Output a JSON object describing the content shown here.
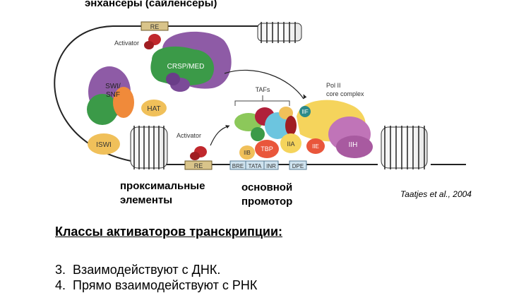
{
  "top_label": "энхансеры (сайленсеры)",
  "diagram": {
    "re_top": "RE",
    "activator_top": "Activator",
    "crsp_med": "CRSP/MED",
    "swi_snf_line1": "SWI/",
    "swi_snf_line2": "SNF",
    "hat": "HAT",
    "iswi": "ISWI",
    "activator_bottom": "Activator",
    "re_bottom": "RE",
    "tafs": "TAFs",
    "pol2_line1": "Pol II",
    "pol2_line2": "core complex",
    "tfiif": "IIF",
    "tbp": "TBP",
    "tfiib": "IIB",
    "tfiia": "IIA",
    "tfiie": "IIE",
    "tfiih": "IIH",
    "promoter_elements": [
      "BRE",
      "TATA",
      "INR",
      "DPE"
    ]
  },
  "proximal_line1": "проксимальные",
  "proximal_line2": "элементы",
  "core_line1": "основной",
  "core_line2": "промотор",
  "credit": "Taatjes et al., 2004",
  "heading": "Классы активаторов транскрипции:",
  "list": [
    {
      "num": "3.",
      "text": "Взаимодействуют с ДНК."
    },
    {
      "num": "4.",
      "text": "Прямо взаимодействуют с РНК"
    }
  ]
}
